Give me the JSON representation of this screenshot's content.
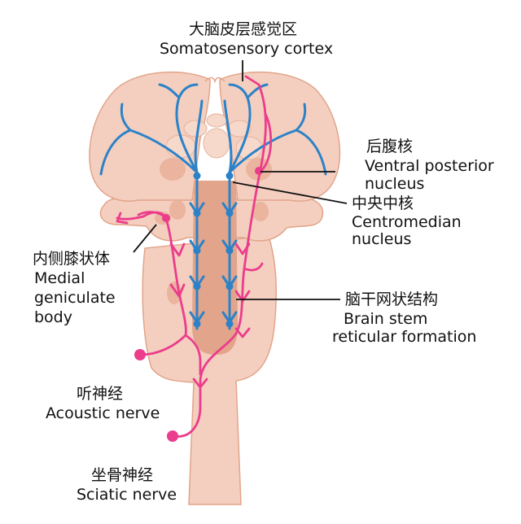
{
  "labels": {
    "cortex_zh": "大脑皮层感觉区",
    "cortex_en": "Somatosensory  cortex",
    "vpn_zh": "后腹核",
    "vpn_en1": "Ventral posterior",
    "vpn_en2": "nucleus",
    "cm_zh": "中央中核",
    "cm_en1": "Centromedian",
    "cm_en2": "nucleus",
    "mgb_zh": "内侧膝状体",
    "mgb_en1": "Medial",
    "mgb_en2": "geniculate",
    "mgb_en3": "body",
    "brf_zh": "脑干网状结构",
    "brf_en1": "Brain stem",
    "brf_en2": "reticular formation",
    "acoustic_zh": "听神经",
    "acoustic_en": "Acoustic nerve",
    "sciatic_zh": "坐骨神经",
    "sciatic_en": "Sciatic nerve"
  },
  "colors": {
    "tissue": "#f4cfbf",
    "tissue_outline": "#e2a48a",
    "core": "#e2a48a",
    "nucleus_shade": "#eab49e",
    "specific_pathway": "#ec3c8c",
    "nonspecific_pathway": "#2c82c8",
    "leader_line": "#111111"
  }
}
